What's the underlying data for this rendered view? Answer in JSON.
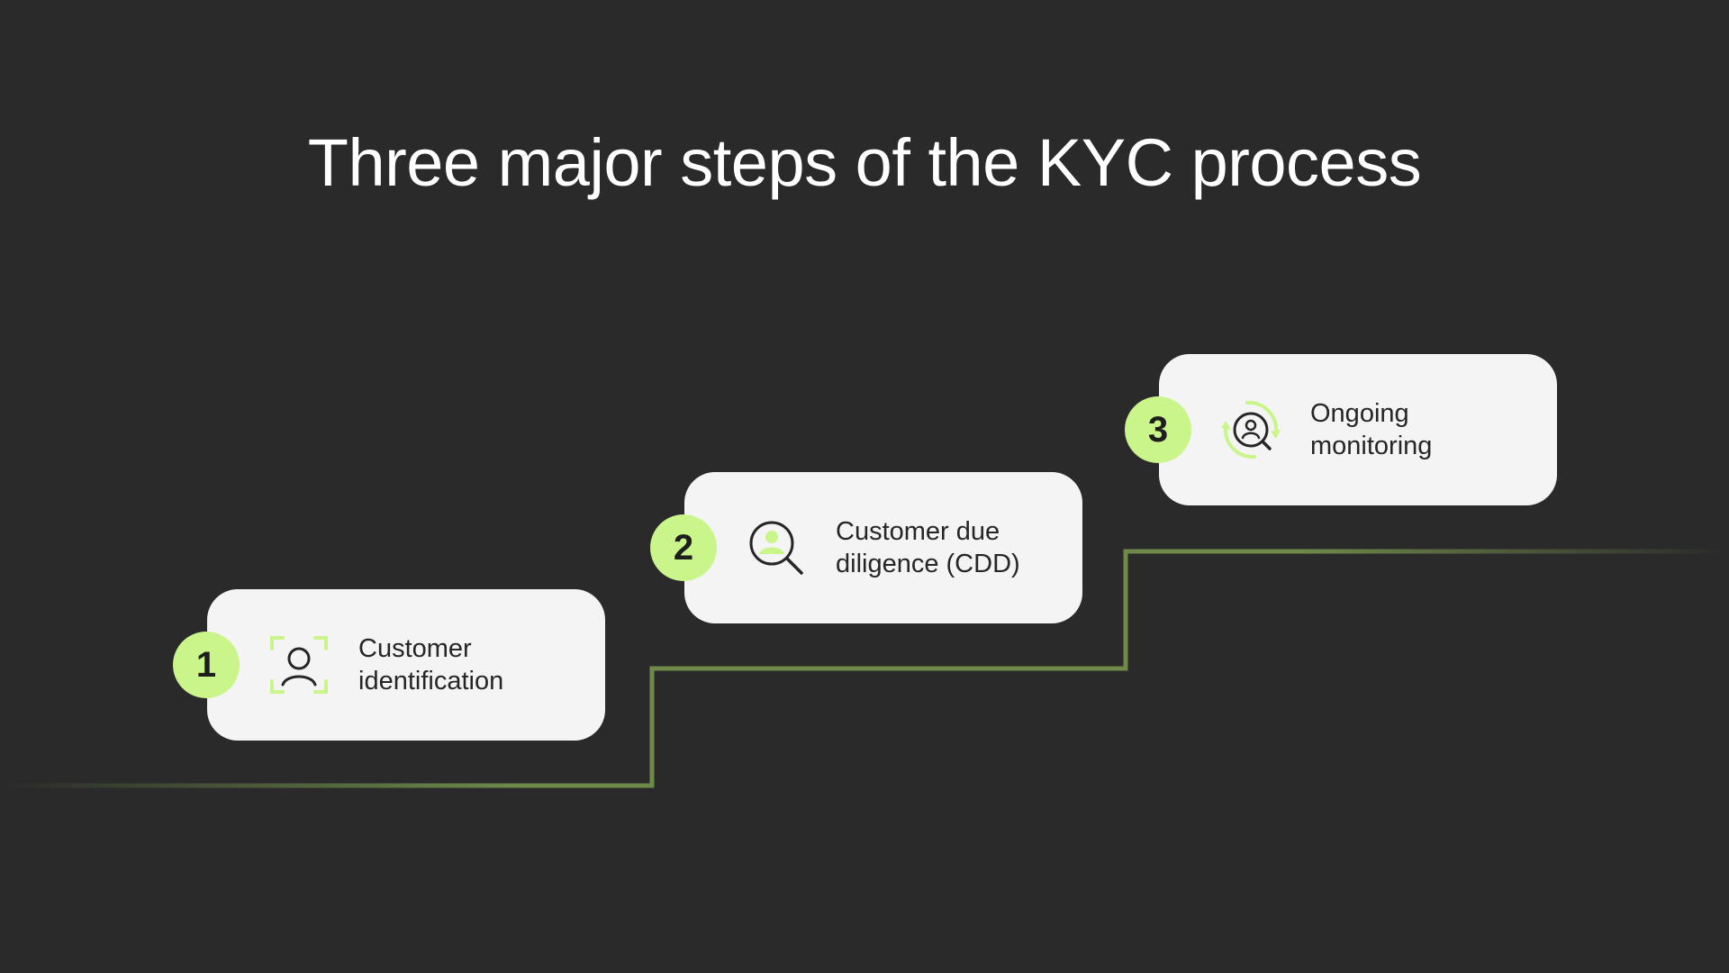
{
  "title": "Three major steps of the KYC process",
  "colors": {
    "background": "#2a2a2a",
    "accent": "#c9f58a",
    "card": "#f5f4f4",
    "stair_line": "#6e8a4a"
  },
  "steps": [
    {
      "number": "1",
      "label": "Customer\nidentification",
      "icon": "face-scan-icon"
    },
    {
      "number": "2",
      "label": "Customer due\ndiligence (CDD)",
      "icon": "user-search-icon"
    },
    {
      "number": "3",
      "label": "Ongoing\nmonitoring",
      "icon": "user-monitoring-cycle-icon"
    }
  ]
}
